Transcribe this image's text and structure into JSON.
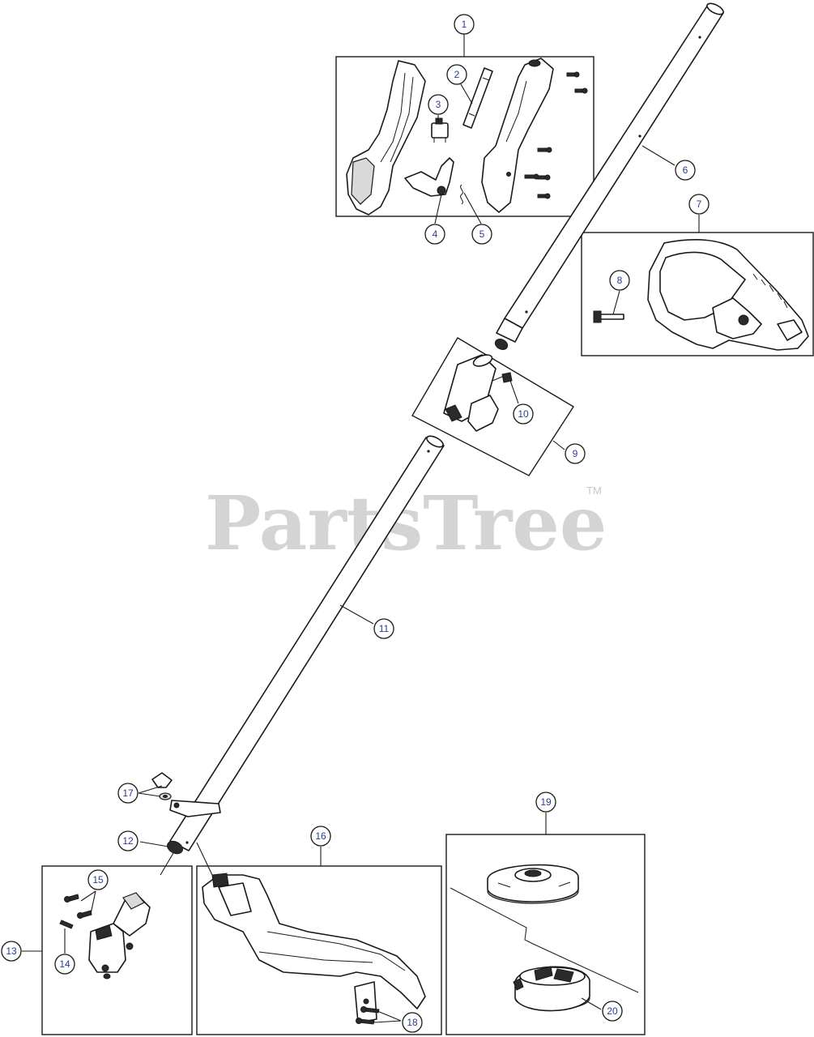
{
  "watermark": {
    "text": "PartsTree",
    "tm": "TM"
  },
  "callouts": [
    {
      "id": "1",
      "label": "1"
    },
    {
      "id": "2",
      "label": "2"
    },
    {
      "id": "3",
      "label": "3"
    },
    {
      "id": "4",
      "label": "4"
    },
    {
      "id": "5",
      "label": "5"
    },
    {
      "id": "6",
      "label": "6"
    },
    {
      "id": "7",
      "label": "7"
    },
    {
      "id": "8",
      "label": "8"
    },
    {
      "id": "9",
      "label": "9"
    },
    {
      "id": "10",
      "label": "10"
    },
    {
      "id": "11",
      "label": "11"
    },
    {
      "id": "12",
      "label": "12"
    },
    {
      "id": "13",
      "label": "13"
    },
    {
      "id": "14",
      "label": "14"
    },
    {
      "id": "15",
      "label": "15"
    },
    {
      "id": "16",
      "label": "16"
    },
    {
      "id": "17",
      "label": "17"
    },
    {
      "id": "18",
      "label": "18"
    },
    {
      "id": "19",
      "label": "19"
    },
    {
      "id": "20",
      "label": "20"
    }
  ]
}
